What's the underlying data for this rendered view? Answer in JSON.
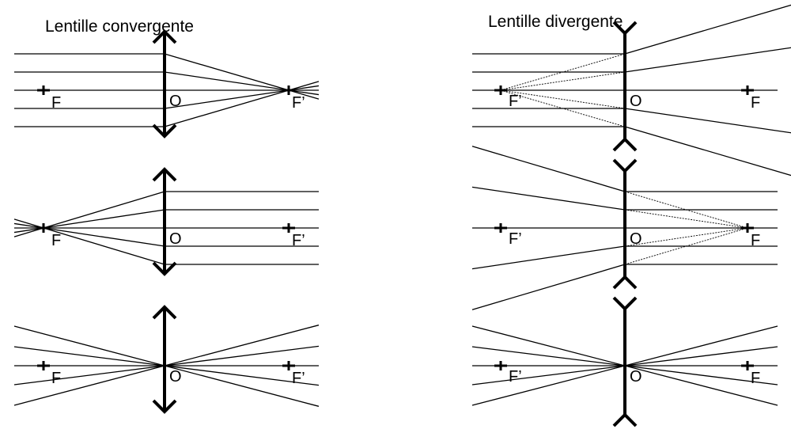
{
  "diagram": {
    "panels": [
      {
        "title": "Lentille convergente",
        "lens_type": "convergente",
        "focus_left": "F",
        "focus_right": "F’",
        "center": "O"
      },
      {
        "title": "Lentille divergente",
        "lens_type": "divergente",
        "focus_left": "F’",
        "focus_right": "F",
        "center": "O"
      }
    ],
    "colors": {
      "line": "#000000",
      "background": "#ffffff"
    }
  }
}
